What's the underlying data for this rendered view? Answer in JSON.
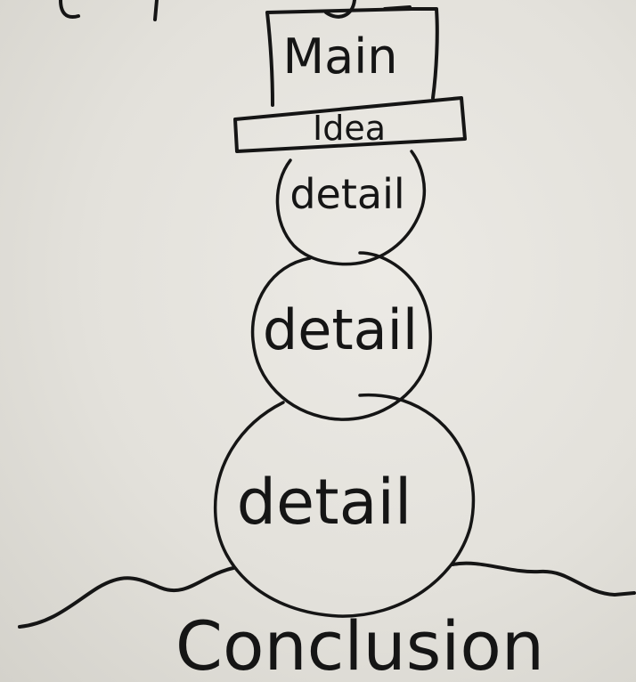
{
  "hat": {
    "top_word": "Main",
    "brim_word": "Idea"
  },
  "body": {
    "head_label": "detail",
    "middle_label": "detail",
    "bottom_label": "detail"
  },
  "ground_label": "Conclusion",
  "colors": {
    "ink": "#151515",
    "board": "#e8e6e1"
  }
}
